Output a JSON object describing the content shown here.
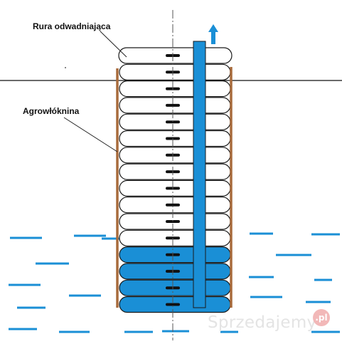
{
  "labels": {
    "pipe": "Rura odwadniająca",
    "fabric": "Agrowłóknina"
  },
  "watermark": {
    "text": "Sprzedajemy",
    "badge": ".pl"
  },
  "icons": {
    "flow_arrow": "up-arrow-icon"
  },
  "colors": {
    "water": "#1a8fd6",
    "fabric": "#a86b3c",
    "outline": "#1a1a1a",
    "background": "#ffffff"
  },
  "rings": {
    "dry_count": 12,
    "wet_count": 4
  }
}
